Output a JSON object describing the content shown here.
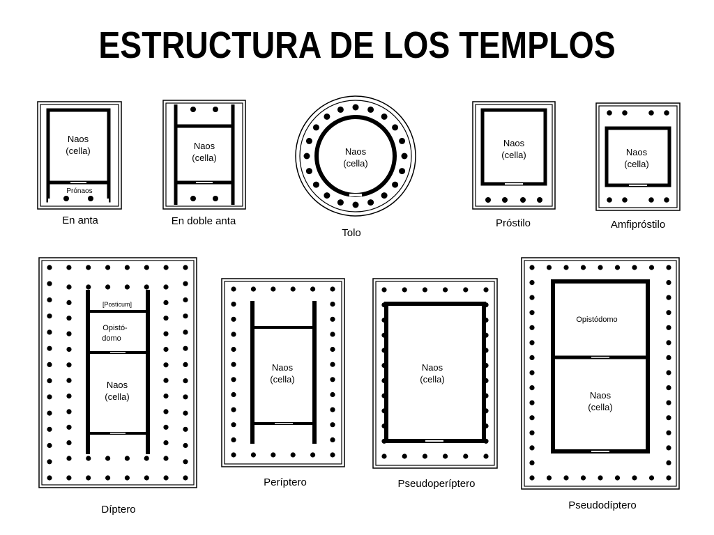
{
  "title": "ESTRUCTURA DE LOS TEMPLOS",
  "colors": {
    "ink": "#000000",
    "paper": "#ffffff"
  },
  "temples": [
    {
      "id": "en-anta",
      "caption": "En anta",
      "cella": [
        "Naos",
        "(cella)"
      ],
      "extra": "Prónaos"
    },
    {
      "id": "en-doble-anta",
      "caption": "En doble anta",
      "cella": [
        "Naos",
        "(cella)"
      ]
    },
    {
      "id": "tolo",
      "caption": "Tolo",
      "cella": [
        "Naos",
        "(cella)"
      ]
    },
    {
      "id": "prostilo",
      "caption": "Próstilo",
      "cella": [
        "Naos",
        "(cella)"
      ]
    },
    {
      "id": "amfiprostilo",
      "caption": "Amfipróstilo",
      "cella": [
        "Naos",
        "(cella)"
      ]
    },
    {
      "id": "diptero",
      "caption": "Díptero",
      "cella": [
        "Naos",
        "(cella)"
      ],
      "posticum": "[Posticum]",
      "opisto": [
        "Opistó-",
        "domo"
      ]
    },
    {
      "id": "periptero",
      "caption": "Períptero",
      "cella": [
        "Naos",
        "(cella)"
      ]
    },
    {
      "id": "pseudoperiptero",
      "caption": "Pseudoperíptero",
      "cella": [
        "Naos",
        "(cella)"
      ]
    },
    {
      "id": "pseudodiptero",
      "caption": "Pseudodíptero",
      "cella": [
        "Naos",
        "(cella)"
      ],
      "opisto_single": "Opistódomo"
    }
  ]
}
